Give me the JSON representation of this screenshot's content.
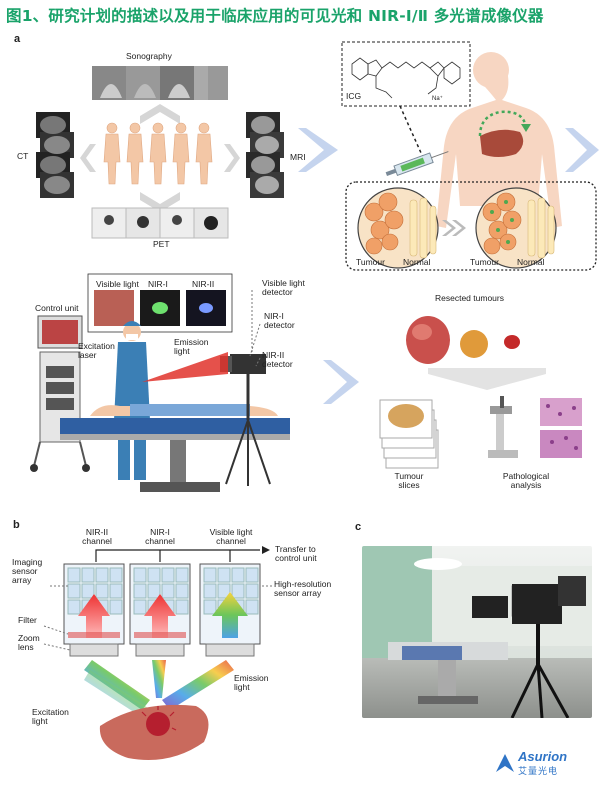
{
  "title": "图1、研究计划的描述以及用于临床应用的可见光和 NIR-Ⅰ/Ⅱ 多光谱成像仪器",
  "panels": {
    "a": "a",
    "b": "b",
    "c": "c"
  },
  "panel_a": {
    "sonography": "Sonography",
    "ct": "CT",
    "mri": "MRI",
    "pet": "PET",
    "icg": "ICG",
    "na": "Na⁺",
    "tumour_1": "Tumour",
    "normal_1": "Normal",
    "tumour_2": "Tumour",
    "normal_2": "Normal",
    "control_unit": "Control unit",
    "excitation_laser": [
      "Excitation",
      "laser"
    ],
    "emission_light": [
      "Emission",
      "light"
    ],
    "inset_visible": "Visible light",
    "inset_nir1": "NIR-I",
    "inset_nir2": "NIR-II",
    "visible_detector": [
      "Visible light",
      "detector"
    ],
    "nir1_detector": [
      "NIR-I",
      "detector"
    ],
    "nir2_detector": [
      "NIR-II",
      "detector"
    ],
    "resected_tumours": "Resected tumours",
    "tumour_slices": [
      "Tumour",
      "slices"
    ],
    "pathological_analysis": [
      "Pathological",
      "analysis"
    ]
  },
  "panel_b": {
    "nir2_channel": [
      "NIR-II",
      "channel"
    ],
    "nir1_channel": [
      "NIR-I",
      "channel"
    ],
    "visible_channel": [
      "Visible light",
      "channel"
    ],
    "transfer": [
      "Transfer to",
      "control unit"
    ],
    "imaging_sensor": [
      "Imaging",
      "sensor",
      "array"
    ],
    "high_res": [
      "High-resolution",
      "sensor array"
    ],
    "filter": "Filter",
    "zoom_lens": [
      "Zoom",
      "lens"
    ],
    "emission_light": [
      "Emission",
      "light"
    ],
    "excitation_light": [
      "Excitation",
      "light"
    ]
  },
  "watermark": {
    "brand": "Asurion",
    "sub": "艾量光电"
  },
  "colors": {
    "title": "#1aa36a",
    "chevron": "#c5d4ee",
    "skin": "#f3c7a6",
    "liver": "#a84a3a",
    "surgical": "#3b7fb5"
  }
}
